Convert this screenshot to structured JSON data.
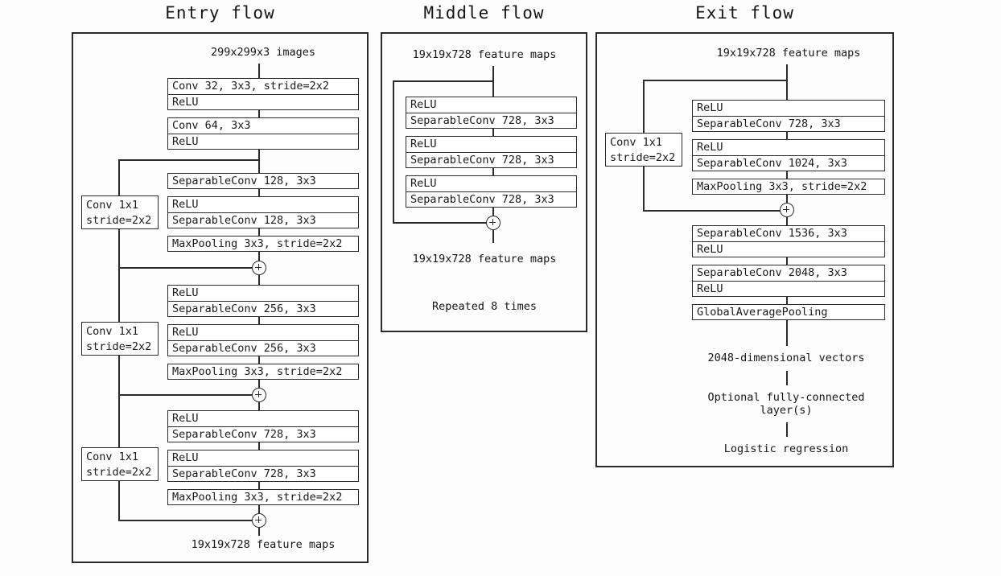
{
  "diagram": {
    "title_entry": "Entry flow",
    "title_middle": "Middle flow",
    "title_exit": "Exit flow"
  },
  "entry": {
    "input_caption": "299x299x3 images",
    "output_caption": "19x19x728 feature maps",
    "blocks": {
      "conv32": "Conv 32, 3x3, stride=2x2",
      "relu_a": "ReLU",
      "conv64": "Conv 64, 3x3",
      "relu_b": "ReLU",
      "sep128_a": "SeparableConv 128, 3x3",
      "relu_c": "ReLU",
      "sep128_b": "SeparableConv 128, 3x3",
      "pool_1": "MaxPooling 3x3, stride=2x2",
      "relu_d": "ReLU",
      "sep256_a": "SeparableConv 256, 3x3",
      "relu_e": "ReLU",
      "sep256_b": "SeparableConv 256, 3x3",
      "pool_2": "MaxPooling 3x3, stride=2x2",
      "relu_f": "ReLU",
      "sep728_a": "SeparableConv 728, 3x3",
      "relu_g": "ReLU",
      "sep728_b": "SeparableConv 728, 3x3",
      "pool_3": "MaxPooling 3x3, stride=2x2"
    },
    "skips": [
      {
        "line1": "Conv 1x1",
        "line2": "stride=2x2"
      },
      {
        "line1": "Conv 1x1",
        "line2": "stride=2x2"
      },
      {
        "line1": "Conv 1x1",
        "line2": "stride=2x2"
      }
    ]
  },
  "middle": {
    "input_caption": "19x19x728 feature maps",
    "output_caption": "19x19x728 feature maps",
    "repeat_caption": "Repeated 8 times",
    "blocks": {
      "relu_1": "ReLU",
      "sep_1": "SeparableConv 728, 3x3",
      "relu_2": "ReLU",
      "sep_2": "SeparableConv 728, 3x3",
      "relu_3": "ReLU",
      "sep_3": "SeparableConv 728, 3x3"
    }
  },
  "exit": {
    "input_caption": "19x19x728 feature maps",
    "vector_caption": "2048-dimensional vectors",
    "fc_caption_line1": "Optional fully-connected",
    "fc_caption_line2": "layer(s)",
    "logistic_caption": "Logistic regression",
    "blocks": {
      "relu_1": "ReLU",
      "sep728": "SeparableConv 728, 3x3",
      "relu_2": "ReLU",
      "sep1024": "SeparableConv 1024, 3x3",
      "pool": "MaxPooling 3x3, stride=2x2",
      "sep1536": "SeparableConv 1536, 3x3",
      "relu_3": "ReLU",
      "sep2048": "SeparableConv 2048, 3x3",
      "relu_4": "ReLU",
      "gap": "GlobalAveragePooling"
    },
    "skip": {
      "line1": "Conv 1x1",
      "line2": "stride=2x2"
    }
  },
  "colors": {
    "ink": "#2b2b2b",
    "paper": "#fdfdfd"
  }
}
